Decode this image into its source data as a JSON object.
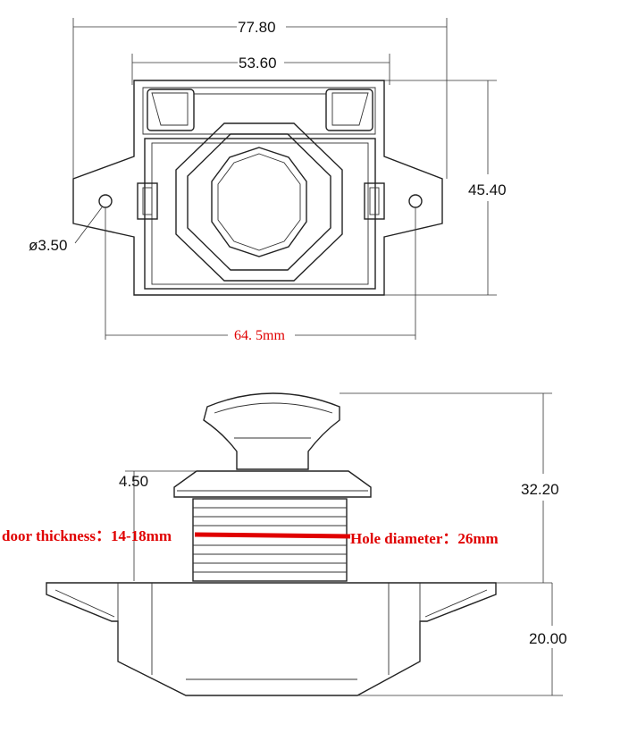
{
  "top_view": {
    "overall_width": "77.80",
    "inner_width": "53.60",
    "height": "45.40",
    "hole_diameter_label": "ø3.50",
    "hole_spacing": "64. 5mm"
  },
  "side_view": {
    "flange_thickness": "4.50",
    "total_height": "32.20",
    "body_height": "20.00",
    "door_thickness": "door thickness：14-18mm",
    "hole_diameter": "Hole diameter：26mm"
  },
  "colors": {
    "line": "#222222",
    "annotation_red": "#e00000"
  }
}
